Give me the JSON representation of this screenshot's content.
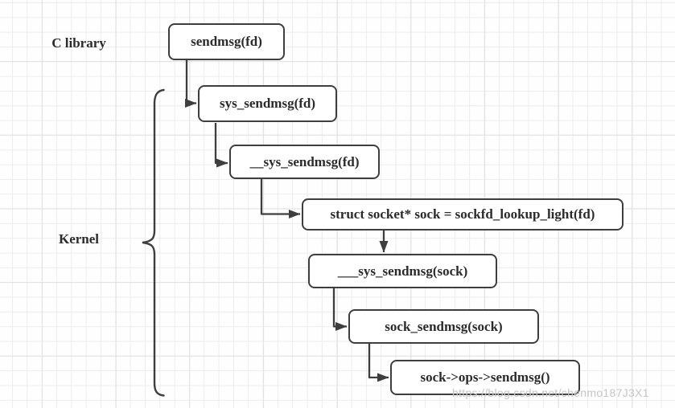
{
  "diagram": {
    "labels": {
      "c_library": "C library",
      "kernel": "Kernel"
    },
    "nodes": [
      {
        "id": "sendmsg",
        "label": "sendmsg(fd)"
      },
      {
        "id": "sys_sendmsg",
        "label": "sys_sendmsg(fd)"
      },
      {
        "id": "dunder_sys_sendmsg",
        "label": "__sys_sendmsg(fd)"
      },
      {
        "id": "sockfd_lookup",
        "label": "struct socket* sock = sockfd_lookup_light(fd)"
      },
      {
        "id": "tri_sys_sendmsg",
        "label": "___sys_sendmsg(sock)"
      },
      {
        "id": "sock_sendmsg",
        "label": "sock_sendmsg(sock)"
      },
      {
        "id": "sock_ops_sendmsg",
        "label": "sock->ops->sendmsg()"
      }
    ],
    "edges": [
      {
        "from": "sendmsg",
        "to": "sys_sendmsg"
      },
      {
        "from": "sys_sendmsg",
        "to": "dunder_sys_sendmsg"
      },
      {
        "from": "dunder_sys_sendmsg",
        "to": "sockfd_lookup"
      },
      {
        "from": "sockfd_lookup",
        "to": "tri_sys_sendmsg"
      },
      {
        "from": "tri_sys_sendmsg",
        "to": "sock_sendmsg"
      },
      {
        "from": "sock_sendmsg",
        "to": "sock_ops_sendmsg"
      }
    ],
    "watermark": "https://blog.csdn.net/chenmo187J3X1",
    "colors": {
      "background": "#fefefe",
      "grid_minor": "#ededed",
      "grid_major": "#e2e2e2",
      "line": "#3e3e3e",
      "box_border": "#3e3e3e",
      "box_fill": "#ffffff",
      "text": "#2b2b2b",
      "watermark": "#c6c6c6"
    }
  }
}
